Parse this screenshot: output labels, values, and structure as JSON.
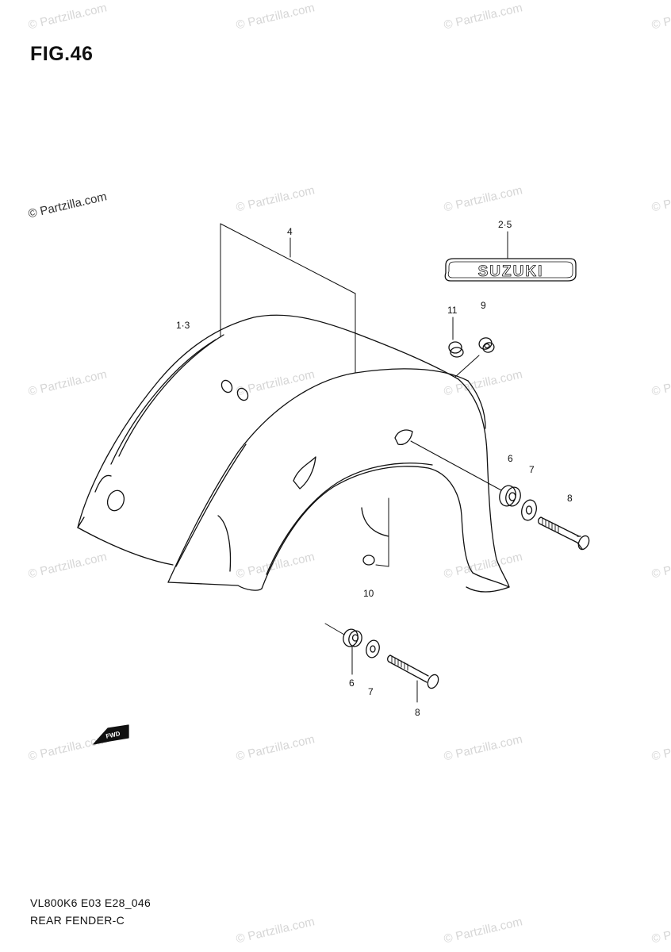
{
  "figure": {
    "title": "FIG.46",
    "code": "VL800K6 E03 E28_046",
    "name": "REAR FENDER-C"
  },
  "watermark": {
    "text": "© Partzilla.com"
  },
  "emblem": {
    "text": "SUZUKI"
  },
  "arrow": {
    "text": "FWD"
  },
  "callouts": [
    {
      "id": "c-1-3",
      "label": "1·3"
    },
    {
      "id": "c-4",
      "label": "4"
    },
    {
      "id": "c-2-5",
      "label": "2·5"
    },
    {
      "id": "c-11",
      "label": "11"
    },
    {
      "id": "c-9",
      "label": "9"
    },
    {
      "id": "c-6a",
      "label": "6"
    },
    {
      "id": "c-7a",
      "label": "7"
    },
    {
      "id": "c-8a",
      "label": "8"
    },
    {
      "id": "c-10",
      "label": "10"
    },
    {
      "id": "c-6b",
      "label": "6"
    },
    {
      "id": "c-7b",
      "label": "7"
    },
    {
      "id": "c-8b",
      "label": "8"
    }
  ],
  "colors": {
    "line": "#111111",
    "watermark": "#d6d6d6"
  }
}
